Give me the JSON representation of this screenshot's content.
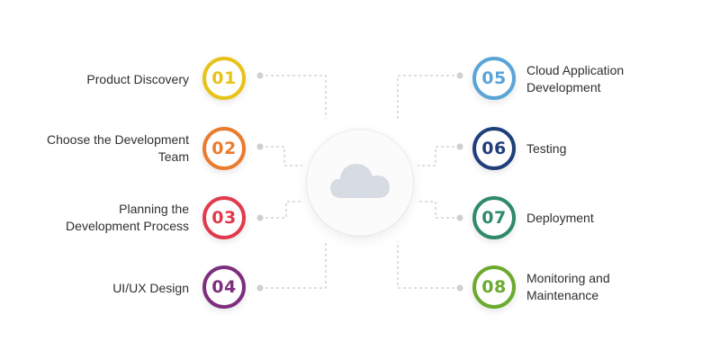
{
  "steps": [
    {
      "number": "01",
      "label": "Product Discovery",
      "color": "#e8c317"
    },
    {
      "number": "02",
      "label": "Choose the Development Team",
      "color": "#ea7b2f"
    },
    {
      "number": "03",
      "label": "Planning the Development Process",
      "color": "#e23a4c"
    },
    {
      "number": "04",
      "label": "UI/UX Design",
      "color": "#7d2e7d"
    },
    {
      "number": "05",
      "label": "Cloud Application Development",
      "color": "#5aa4d6"
    },
    {
      "number": "06",
      "label": "Testing",
      "color": "#1f3f7a"
    },
    {
      "number": "07",
      "label": "Deployment",
      "color": "#2f8a6a"
    },
    {
      "number": "08",
      "label": "Monitoring and Maintenance",
      "color": "#6aaa2e"
    }
  ],
  "hub": {
    "icon": "cloud-icon",
    "icon_color": "#d7dbe3"
  },
  "connector_color": "#c9c9c9"
}
